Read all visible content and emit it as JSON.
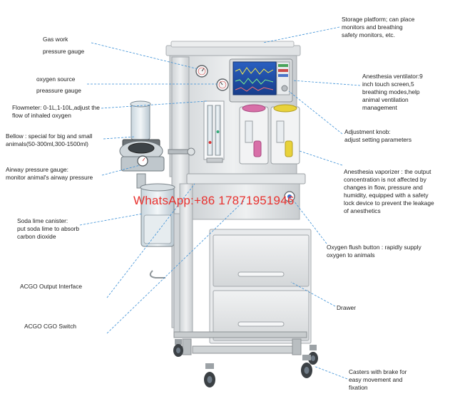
{
  "labels": {
    "gas_work": [
      "Gas work",
      "pressure gauge"
    ],
    "oxygen_source": [
      "oxygen source",
      "preassure gauge"
    ],
    "flowmeter": [
      "Flowmeter: 0-1L,1-10L,adjust the",
      "flow of inhaled oxygen"
    ],
    "bellow": [
      "Bellow : special for big and small",
      "animals(50-300ml,300-1500ml)"
    ],
    "airway": [
      "Airway pressure gauge:",
      "monitor animal's airway pressure"
    ],
    "soda_lime": [
      "Soda lime canister:",
      "put soda lime to absorb",
      "carbon dioxide"
    ],
    "acgo_output": [
      "ACGO Output Interface"
    ],
    "acgo_switch": [
      "ACGO  CGO Switch"
    ],
    "storage": [
      "Storage platform; can place",
      "monitors and breathing",
      "safety monitors, etc."
    ],
    "ventilator": [
      "Anesthesia ventilator:9",
      "inch touch screen,5",
      "breathing modes,help",
      "animal ventilation",
      "management"
    ],
    "knob": [
      "Adjustment knob:",
      "adjust setting parameters"
    ],
    "vaporizer": [
      "Anesthesia vaporizer : the output",
      "concentration is not affected by",
      "changes in flow, pressure and",
      "humidity, equipped with a safety",
      "lock device to prevent the leakage",
      "of anesthetics"
    ],
    "flush": [
      "Oxygen flush button : rapidly supply",
      "oxygen to animals"
    ],
    "drawer": [
      "Drawer"
    ],
    "casters": [
      "Casters with brake for",
      "easy movement and",
      "fixation"
    ]
  },
  "watermark": "WhatsApp:+86 17871951946",
  "colors": {
    "leader_line": "#3a8fd6",
    "watermark": "#e8322f",
    "body": "#e4e6e8",
    "screen": "#1f4fa8",
    "vaporizer_pink": "#d86fa8",
    "vaporizer_yellow": "#e8d23a"
  }
}
